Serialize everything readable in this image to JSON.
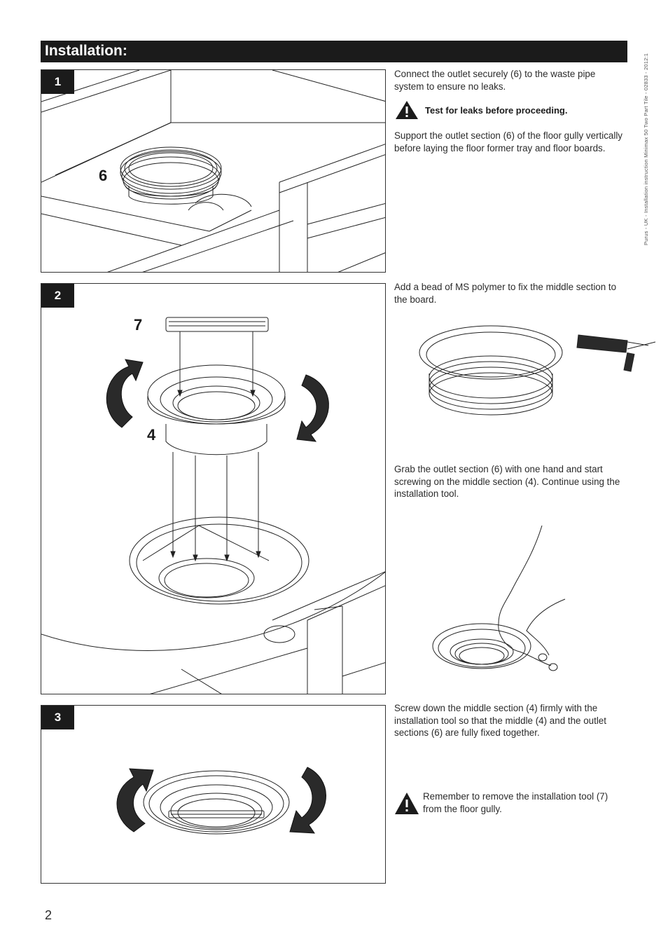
{
  "header": {
    "title": "Installation:"
  },
  "side_note": "Purus - UK - Installation instruction Minimax 50 Two Part Tile - 02833 - 2012:1",
  "steps": [
    {
      "number": "1",
      "callouts": [
        "6"
      ]
    },
    {
      "number": "2",
      "callouts": [
        "7",
        "4"
      ]
    },
    {
      "number": "3",
      "callouts": []
    }
  ],
  "step1": {
    "text1": "Connect the outlet securely (6) to the waste pipe system to ensure no leaks.",
    "warning": "Test for leaks before proceeding.",
    "text2": "Support the outlet section (6) of the floor gully vertically before laying the floor former tray and floor boards."
  },
  "step2": {
    "text1": "Add a bead of MS polymer to fix the middle section to the board.",
    "text2": "Grab the outlet section (6) with one hand and start screwing on the middle section (4). Continue using the installation tool."
  },
  "step3": {
    "text1": "Screw down the middle section (4) firmly with the installation tool so that the middle (4) and the outlet sections (6) are fully fixed together.",
    "warning": "Remember to remove the installation tool (7) from the floor gully."
  },
  "icons": [
    "warning-triangle-icon",
    "rotate-clockwise-arrow-icon",
    "rotate-counterclockwise-arrow-icon"
  ],
  "page_number": "2"
}
